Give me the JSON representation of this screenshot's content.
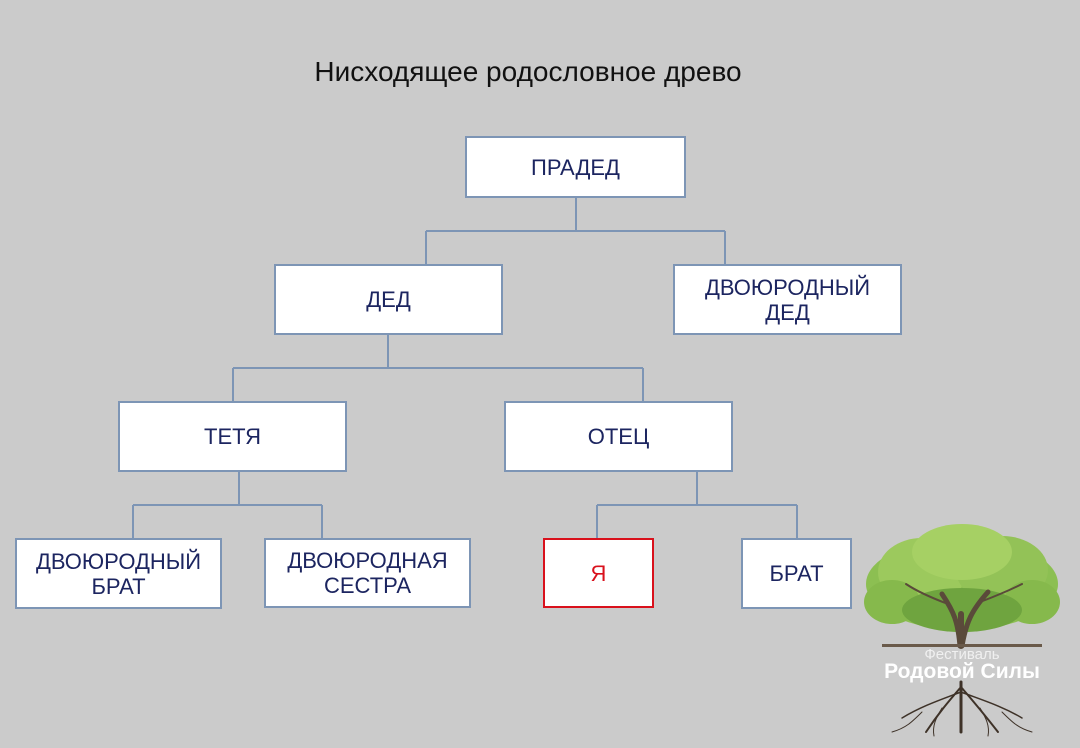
{
  "title": "Нисходящее родословное древо",
  "nodes": {
    "praded": "ПРАДЕД",
    "ded": "ДЕД",
    "dvoyurodny_ded": "ДВОЮРОДНЫЙ\nДЕД",
    "tetya": "ТЕТЯ",
    "otets": "ОТЕЦ",
    "dvoyurodny_brat": "ДВОЮРОДНЫЙ\nБРАТ",
    "dvoyurodnaya_sestra": "ДВОЮРОДНАЯ\nСЕСТРА",
    "ya": "Я",
    "brat": "БРАТ"
  },
  "logo": {
    "line1": "Фестиваль",
    "line2": "Родовой Силы"
  },
  "colors": {
    "background": "#cbcbcb",
    "node_border": "#7d95b5",
    "node_text": "#1c2560",
    "self_highlight": "#d9111c"
  }
}
